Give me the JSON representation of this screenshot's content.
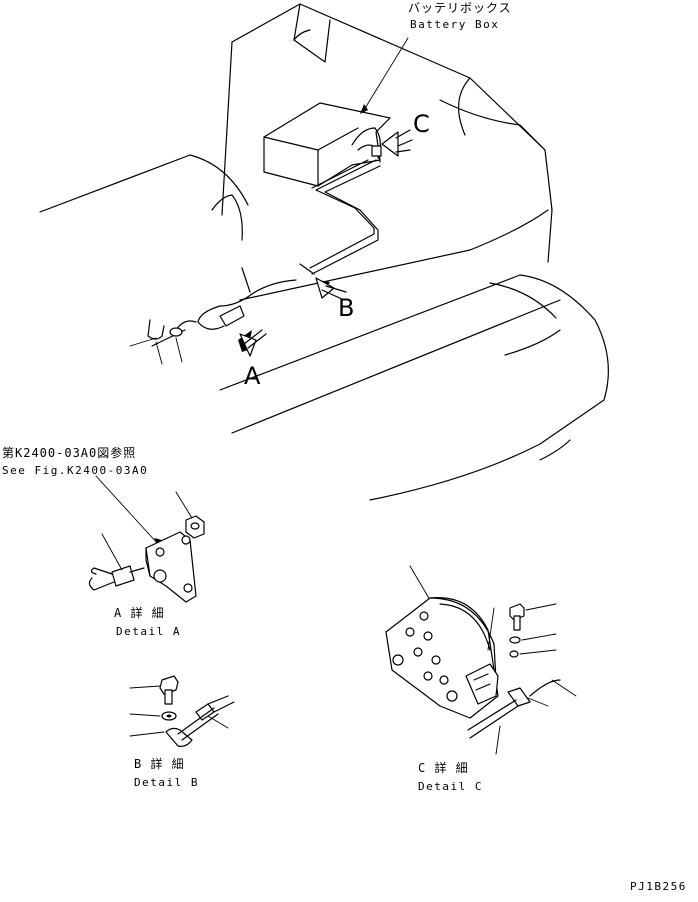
{
  "callouts": {
    "battery_box_jp": "バッテリボックス",
    "battery_box_en": "Battery Box",
    "view_a": "A",
    "view_b": "B",
    "view_c": "C",
    "see_fig_jp": "第K2400-03A0図参照",
    "see_fig_en": "See Fig.K2400-03A0"
  },
  "details": {
    "a_jp": "A 詳 細",
    "a_en": "Detail A",
    "b_jp": "B 詳 細",
    "b_en": "Detail B",
    "c_jp": "C 詳 細",
    "c_en": "Detail C"
  },
  "drawing_code": "PJ1B256"
}
